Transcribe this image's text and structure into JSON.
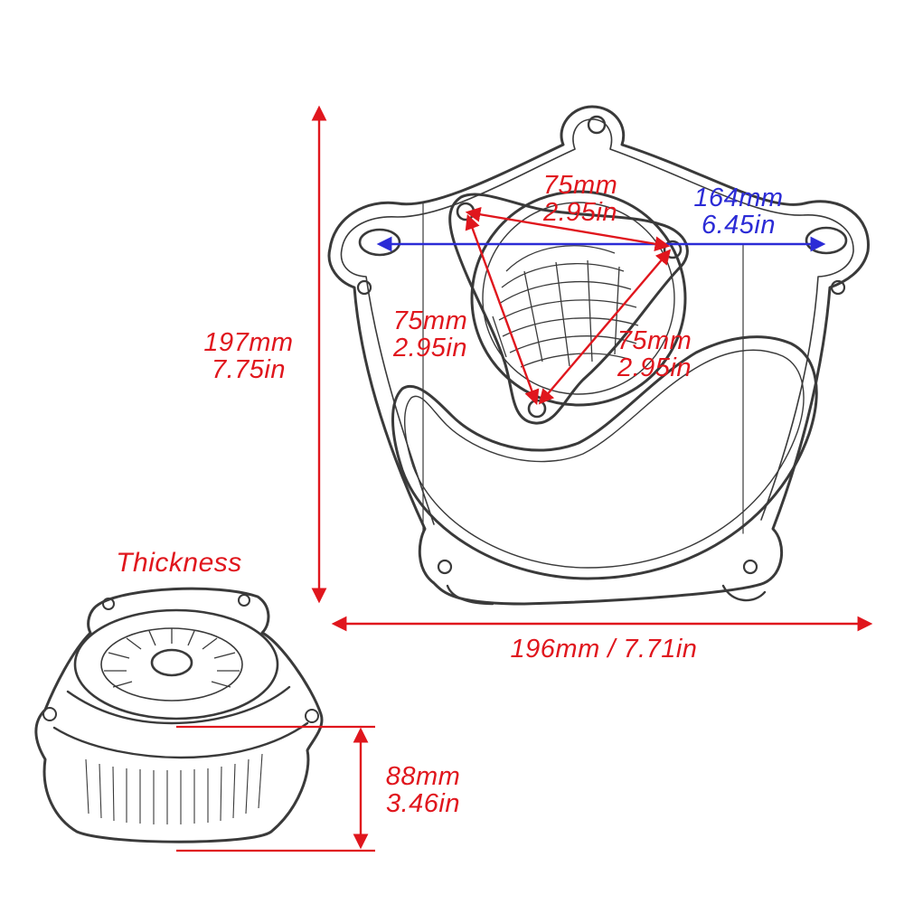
{
  "colors": {
    "dimension_red": "#e0161d",
    "dimension_blue": "#2b2bd6",
    "sketch": "#3a3a3a"
  },
  "labels": {
    "thickness_title": "Thickness",
    "height": {
      "mm": "197mm",
      "in": "7.75in"
    },
    "width": "196mm / 7.71in",
    "bolt_span": {
      "mm": "164mm",
      "in": "6.45in"
    },
    "triangle_top": {
      "mm": "75mm",
      "in": "2.95in"
    },
    "triangle_left": {
      "mm": "75mm",
      "in": "2.95in"
    },
    "triangle_right": {
      "mm": "75mm",
      "in": "2.95in"
    },
    "thickness": {
      "mm": "88mm",
      "in": "3.46in"
    }
  }
}
